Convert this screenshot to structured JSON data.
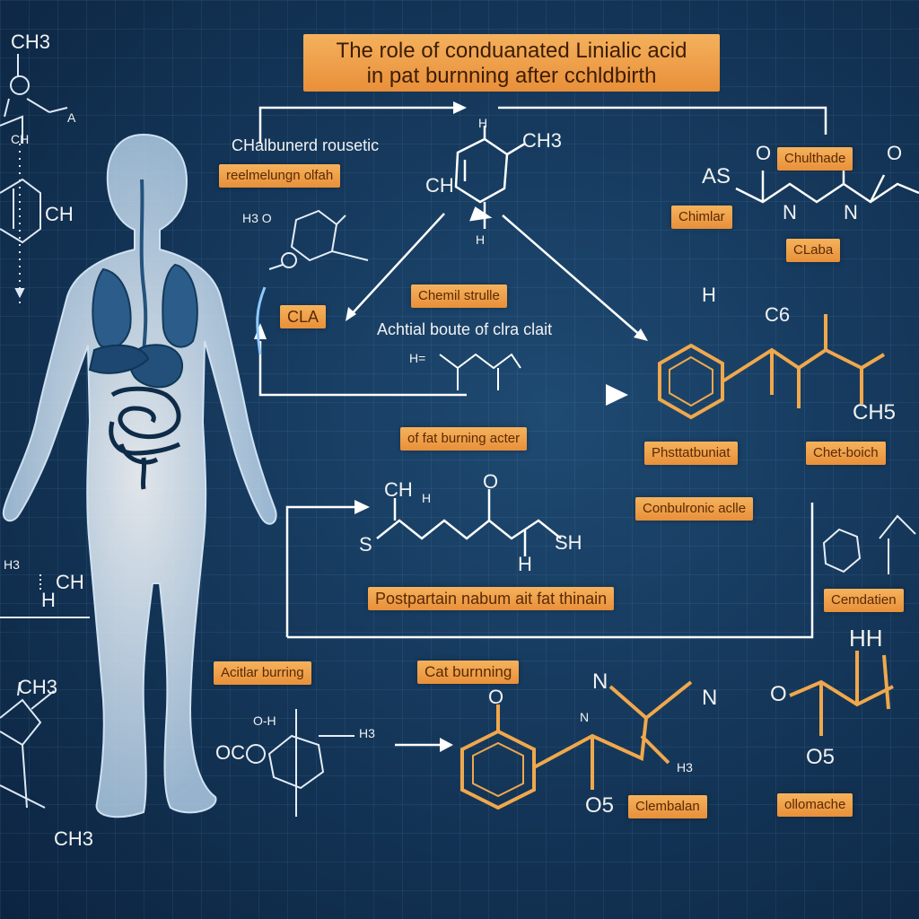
{
  "title": {
    "line1": "The role of conduanated Linialic acid",
    "line2": "in pat burnning after cchldbirth"
  },
  "labels": {
    "chalbunerd": "CHalbunerd rousetic",
    "reelmelung": "reelmelungn olfah",
    "cla_left": "CLA",
    "chemil": "Chemil strulle",
    "achtial": "Achtial boute of clra clait",
    "fat_burning_acter": "of fat burning acter",
    "chulthade": "Chulthade",
    "chimlar": "Chimlar",
    "claba": "CLaba",
    "phosthat": "Phsttatbuniat",
    "chetboich": "Chet-boich",
    "conbulronic": "Conbulronic aclle",
    "postpartain": "Postpartain nabum ait fat thinain",
    "acitlar": "Acitlar burring",
    "cat_burnning": "Cat burnning",
    "cemdatier": "Cemdatien",
    "clembalan": "Clembalan",
    "ollomache": "ollomache"
  },
  "chem": {
    "ch3_tl": "CH3",
    "a_tl": "A",
    "ch_tl": "CH",
    "ch_left": "CH",
    "h3o_left": "H3",
    "ch_left2": "CH",
    "h_left": "H",
    "ch3_bl": "CH3",
    "ch3_bl2": "CH3",
    "ch_mid": "CH",
    "h_top": "H",
    "ch3_top": "CH3",
    "h_bottom": "H",
    "as": "AS",
    "o1": "O",
    "o2": "O",
    "n1": "N",
    "n2": "N",
    "c6": "C6",
    "h_r": "H",
    "ch5": "CH5",
    "hh": "HH",
    "h3o": "H3 O",
    "h_eq": "H=",
    "ch_h": "CH",
    "h_s": "H",
    "s_l": "S",
    "o_top": "O",
    "h_bot": "H",
    "sh": "SH",
    "n_a": "N",
    "n_b": "N",
    "n_c": "N",
    "o_cat": "O",
    "o5": "O5",
    "h3_cat": "H3",
    "o_r": "O",
    "o5_r": "O5",
    "oc": "OC",
    "h3_oc": "H3",
    "oh": "O-H"
  }
}
